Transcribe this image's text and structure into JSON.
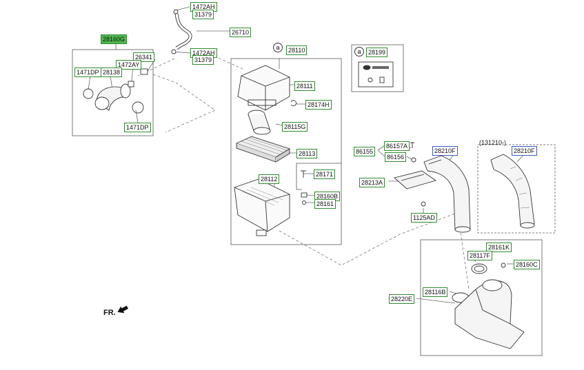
{
  "colors": {
    "label_border": "#2e8b2e",
    "variant_border": "#3a5bbf",
    "highlight": "#4fb84f",
    "line": "#555555"
  },
  "labels": {
    "p28160G": "28160G",
    "p26341": "26341",
    "p1472AY": "1472AY",
    "p1471DP_a": "1471DP",
    "p28138": "28138",
    "p1471DP_b": "1471DP",
    "p1472AH_a": "1472AH",
    "p31379_a": "31379",
    "p26710": "26710",
    "p1472AH_b": "1472AH",
    "p31379_b": "31379",
    "p28110": "28110",
    "p28111": "28111",
    "p28174H": "28174H",
    "p28115G": "28115G",
    "p28113": "28113",
    "p28171": "28171",
    "p28112": "28112",
    "p28160B": "28160B",
    "p28161": "28161",
    "p28199": "28199",
    "p86155": "86155",
    "p86157A": "86157A",
    "p86156": "86156",
    "p28210F_a": "28210F",
    "p28213A": "28213A",
    "p1125AD": "1125AD",
    "p28210F_b": "28210F",
    "p28161K": "28161K",
    "p28117F": "28117F",
    "p28160C": "28160C",
    "p28116B": "28116B",
    "p28220E": "28220E"
  },
  "notes": {
    "variant_date": "(131210-)",
    "circle_a_1": "a",
    "circle_a_2": "a",
    "front_marker": "FR."
  },
  "icons": [
    "front-direction-arrow-icon",
    "hyundai-kia-emblem-icon"
  ]
}
